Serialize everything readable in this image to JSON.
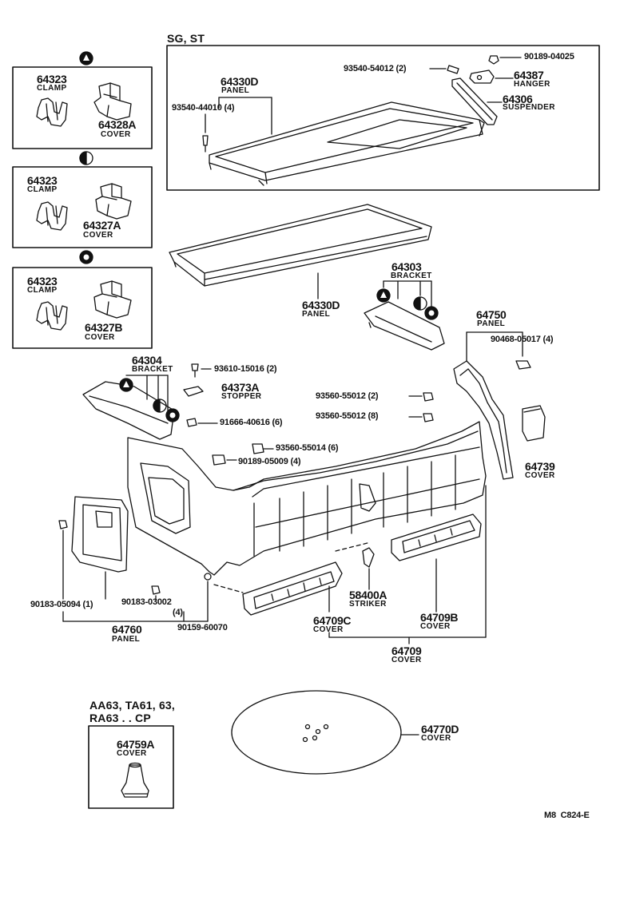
{
  "variants": {
    "sg_st": "SG, ST",
    "aa63": "AA63, TA61, 63,",
    "ra63": "RA63 . . CP"
  },
  "figure_code": "M8  C824-E",
  "boxes": {
    "triangle": {
      "clamp_no": "64323",
      "clamp_desc": "CLAMP",
      "cover_no": "64328A",
      "cover_desc": "COVER"
    },
    "halfcircle": {
      "clamp_no": "64323",
      "clamp_desc": "CLAMP",
      "cover_no": "64327A",
      "cover_desc": "COVER"
    },
    "ring": {
      "clamp_no": "64323",
      "clamp_desc": "CLAMP",
      "cover_no": "64327B",
      "cover_desc": "COVER"
    }
  },
  "parts": {
    "p90189_04025": "90189-04025",
    "p93540_54012": "93540-54012 (2)",
    "p64387": "64387",
    "p64387_desc": "HANGER",
    "p64306": "64306",
    "p64306_desc": "SUSPENDER",
    "p64330d_top": "64330D",
    "p64330d_top_desc": "PANEL",
    "p93540_44010": "93540-44010 (4)",
    "p64330d": "64330D",
    "p64330d_desc": "PANEL",
    "p64303": "64303",
    "p64303_desc": "BRACKET",
    "p64750": "64750",
    "p64750_desc": "PANEL",
    "p90468": "90468-05017 (4)",
    "p64304": "64304",
    "p64304_desc": "BRACKET",
    "p93610": "93610-15016 (2)",
    "p64373a": "64373A",
    "p64373a_desc": "STOPPER",
    "p91666": "91666-40616 (6)",
    "p93560_2": "93560-55012 (2)",
    "p93560_8": "93560-55012 (8)",
    "p93560_14": "93560-55014 (6)",
    "p90189_05009": "90189-05009 (4)",
    "p64739": "64739",
    "p64739_desc": "COVER",
    "p90183_05094": "90183-05094 (1)",
    "p90183_03002": "90183-03002",
    "p90183_03002_qty": "(4)",
    "p90159": "90159-60070",
    "p64760": "64760",
    "p64760_desc": "PANEL",
    "p58400a": "58400A",
    "p58400a_desc": "STRIKER",
    "p64709c": "64709C",
    "p64709c_desc": "COVER",
    "p64709b": "64709B",
    "p64709b_desc": "COVER",
    "p64709": "64709",
    "p64709_desc": "COVER",
    "p64759a": "64759A",
    "p64759a_desc": "COVER",
    "p64770d": "64770D",
    "p64770d_desc": "COVER"
  }
}
